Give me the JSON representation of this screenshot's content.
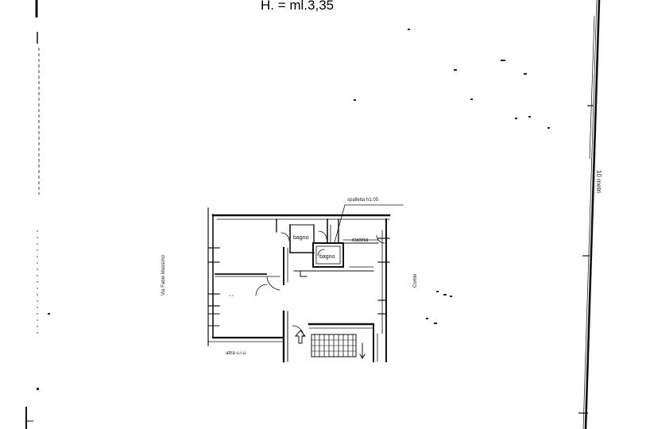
{
  "header": {
    "height_title": "H. = ml.3,35"
  },
  "plan": {
    "rooms": {
      "bagno_1": "bagno",
      "bagno_2": "bagno",
      "cucina": "cucina"
    },
    "annotation": "spalletta h1.05",
    "streets": {
      "west": "Via Fabio Massimo",
      "east": "Cortile",
      "south": "altra u.i.u."
    }
  },
  "scale_bar": {
    "label": "10 metri"
  },
  "colors": {
    "ink": "#111111",
    "paper": "#ffffff"
  }
}
